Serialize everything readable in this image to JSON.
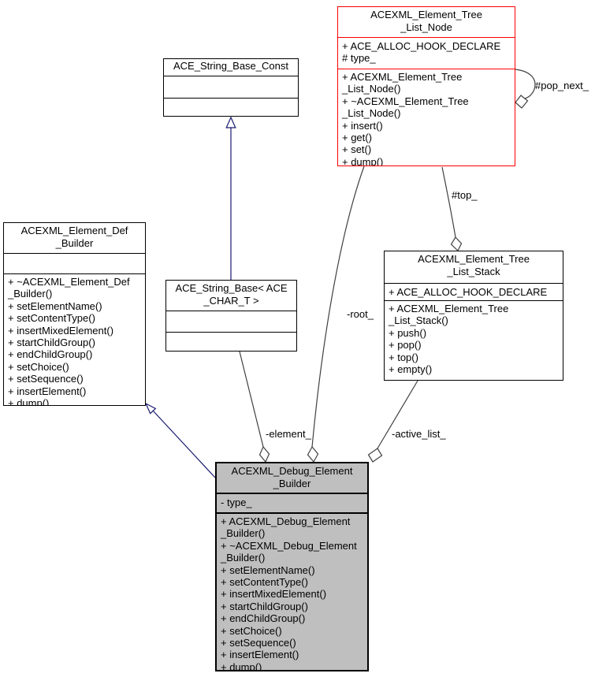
{
  "diagram": {
    "kind": "uml-collaboration-diagram",
    "colors": {
      "background": "#ffffff",
      "highlight_node_border": "#ff0000",
      "focus_node_fill": "#bfbfbf",
      "node_border": "#000000",
      "node_fill": "#ffffff",
      "inheritance_edge": "#191970",
      "aggregation_edge": "#404040",
      "text": "#000000"
    }
  },
  "nodes": {
    "tree_list_node": {
      "title_lines": [
        "ACEXML_Element_Tree",
        "_List_Node"
      ],
      "attributes": [
        "+ ACE_ALLOC_HOOK_DECLARE",
        "# type_"
      ],
      "methods": [
        "+ ACEXML_Element_Tree",
        "_List_Node()",
        "+ ~ACEXML_Element_Tree",
        "_List_Node()",
        "+ insert()",
        "+ get()",
        "+ set()",
        "+ dump()"
      ]
    },
    "string_base_const": {
      "title_lines": [
        "ACE_String_Base_Const"
      ],
      "attributes": [],
      "methods": []
    },
    "element_def_builder": {
      "title_lines": [
        "ACEXML_Element_Def",
        "_Builder"
      ],
      "attributes": [],
      "methods": [
        "+ ~ACEXML_Element_Def",
        "_Builder()",
        "+ setElementName()",
        "+ setContentType()",
        "+ insertMixedElement()",
        "+ startChildGroup()",
        "+ endChildGroup()",
        "+ setChoice()",
        "+ setSequence()",
        "+ insertElement()",
        "+ dump()"
      ]
    },
    "string_base": {
      "title_lines": [
        "ACE_String_Base< ACE",
        "_CHAR_T >"
      ],
      "attributes": [],
      "methods": []
    },
    "tree_list_stack": {
      "title_lines": [
        "ACEXML_Element_Tree",
        "_List_Stack"
      ],
      "attributes": [
        "+ ACE_ALLOC_HOOK_DECLARE"
      ],
      "methods": [
        "+ ACEXML_Element_Tree",
        "_List_Stack()",
        "+ push()",
        "+ pop()",
        "+ top()",
        "+ empty()"
      ]
    },
    "debug_element_builder": {
      "title_lines": [
        "ACEXML_Debug_Element",
        "_Builder"
      ],
      "attributes": [
        "- type_"
      ],
      "methods": [
        "+ ACEXML_Debug_Element",
        "_Builder()",
        "+ ~ACEXML_Debug_Element",
        "_Builder()",
        "+ setElementName()",
        "+ setContentType()",
        "+ insertMixedElement()",
        "+ startChildGroup()",
        "+ endChildGroup()",
        "+ setChoice()",
        "+ setSequence()",
        "+ insertElement()",
        "+ dump()"
      ]
    }
  },
  "edge_labels": {
    "pop_next": "#pop_next_",
    "top": "#top_",
    "root": "-root_",
    "element": "-element_",
    "active_list": "-active_list_"
  }
}
